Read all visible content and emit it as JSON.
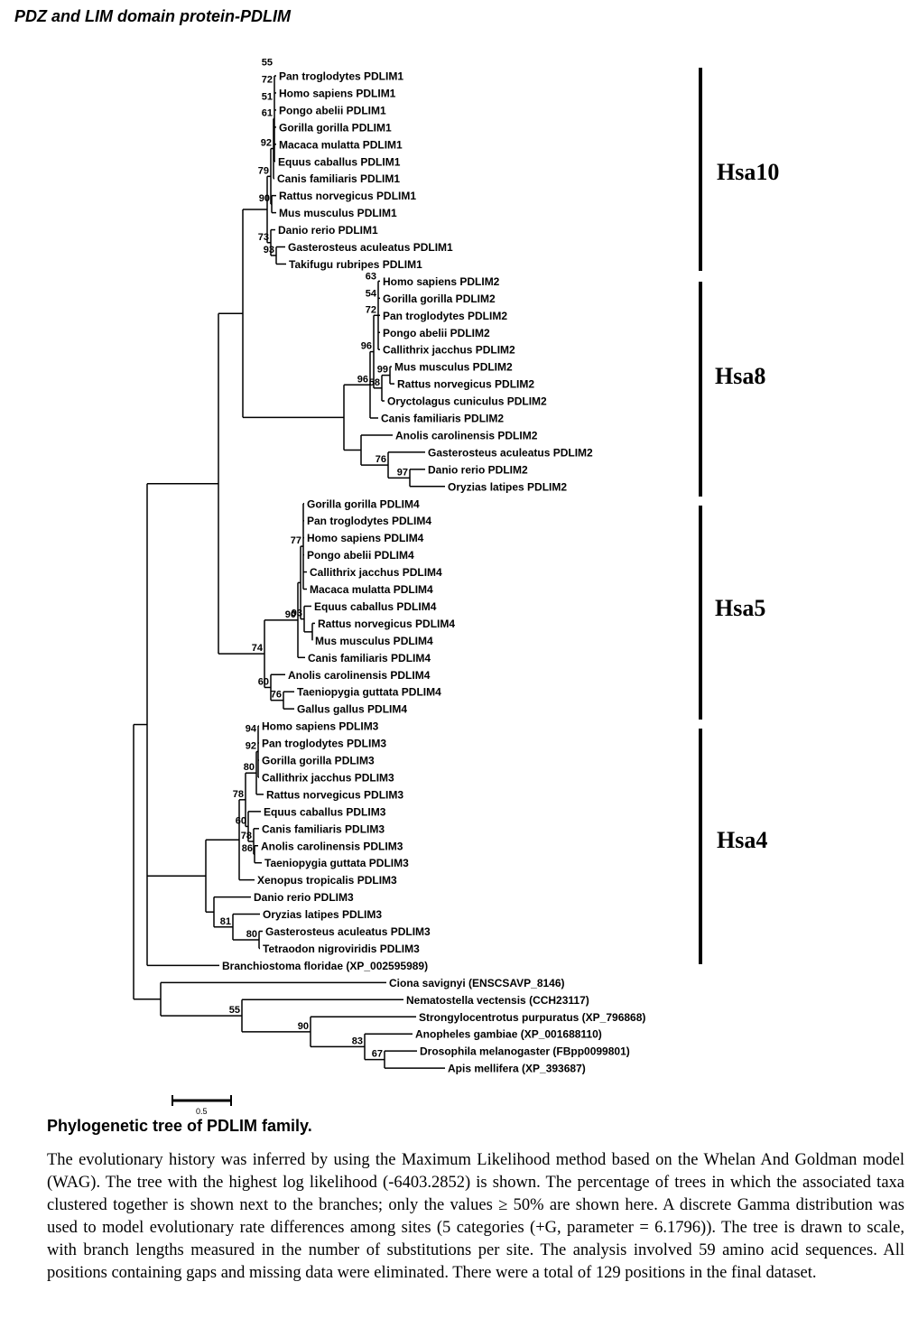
{
  "header": {
    "title": "PDZ and LIM domain protein-PDLIM"
  },
  "tree": {
    "type": "phylogenetic tree",
    "scale_bar": {
      "label": "0.5"
    },
    "clusters": [
      {
        "label": "Hsa10"
      },
      {
        "label": "Hsa8"
      },
      {
        "label": "Hsa5"
      },
      {
        "label": "Hsa4"
      }
    ],
    "taxa": [
      "Pan troglodytes PDLIM1",
      "Homo sapiens PDLIM1",
      "Pongo abelii PDLIM1",
      "Gorilla gorilla PDLIM1",
      "Macaca mulatta PDLIM1",
      "Equus caballus PDLIM1",
      "Canis familiaris PDLIM1",
      "Rattus norvegicus PDLIM1",
      "Mus musculus PDLIM1",
      "Danio rerio PDLIM1",
      "Gasterosteus aculeatus PDLIM1",
      "Takifugu rubripes PDLIM1",
      "Homo sapiens PDLIM2",
      "Gorilla gorilla PDLIM2",
      "Pan troglodytes PDLIM2",
      "Pongo abelii PDLIM2",
      "Callithrix jacchus PDLIM2",
      "Mus musculus PDLIM2",
      "Rattus norvegicus PDLIM2",
      "Oryctolagus cuniculus PDLIM2",
      "Canis familiaris PDLIM2",
      "Anolis carolinensis PDLIM2",
      "Gasterosteus aculeatus PDLIM2",
      "Danio rerio PDLIM2",
      "Oryzias latipes PDLIM2",
      "Gorilla gorilla PDLIM4",
      "Pan troglodytes PDLIM4",
      "Homo sapiens PDLIM4",
      "Pongo abelii PDLIM4",
      "Callithrix jacchus PDLIM4",
      "Macaca mulatta PDLIM4",
      "Equus caballus PDLIM4",
      "Rattus norvegicus PDLIM4",
      "Mus musculus PDLIM4",
      "Canis familiaris PDLIM4",
      "Anolis carolinensis PDLIM4",
      "Taeniopygia guttata PDLIM4",
      "Gallus gallus PDLIM4",
      "Homo sapiens PDLIM3",
      "Pan troglodytes PDLIM3",
      "Gorilla gorilla PDLIM3",
      "Callithrix jacchus PDLIM3",
      "Rattus norvegicus PDLIM3",
      "Equus caballus PDLIM3",
      "Canis familiaris PDLIM3",
      "Anolis carolinensis PDLIM3",
      "Taeniopygia guttata PDLIM3",
      "Xenopus tropicalis PDLIM3",
      "Danio rerio PDLIM3",
      "Oryzias latipes PDLIM3",
      "Gasterosteus aculeatus PDLIM3",
      "Tetraodon nigroviridis PDLIM3",
      "Branchiostoma floridae (XP_002595989)",
      "Ciona savignyi (ENSCSAVP_8146)",
      "Nematostella vectensis (CCH23117)",
      "Strongylocentrotus purpuratus (XP_796868)",
      "Anopheles gambiae (XP_001688110)",
      "Drosophila melanogaster (FBpp0099801)",
      "Apis mellifera (XP_393687)"
    ],
    "bootstrap_values": [
      "55",
      "72",
      "51",
      "61",
      "92",
      "79",
      "90",
      "73",
      "93",
      "63",
      "54",
      "72",
      "58",
      "99",
      "96",
      "96",
      "76",
      "97",
      "77",
      "90",
      "93",
      "74",
      "60",
      "76",
      "94",
      "92",
      "80",
      "60",
      "78",
      "78",
      "86",
      "81",
      "80",
      "55",
      "90",
      "83",
      "67"
    ]
  },
  "caption": {
    "title": "Phylogenetic tree of PDLIM family.",
    "body": "The evolutionary history was inferred by using the Maximum Likelihood method based on the Whelan And Goldman model (WAG). The tree with the highest log likelihood (-6403.2852) is shown. The percentage of trees in which the associated taxa clustered together is shown next to the branches; only the values ≥ 50% are shown here. A discrete Gamma distribution was used to model evolutionary rate differences among sites (5 categories (+G, parameter = 6.1796)). The tree is drawn to scale, with branch lengths measured in the number of substitutions per site. The analysis involved 59 amino acid sequences. All positions containing gaps and missing data were eliminated. There were a total of 129 positions in the final dataset."
  }
}
